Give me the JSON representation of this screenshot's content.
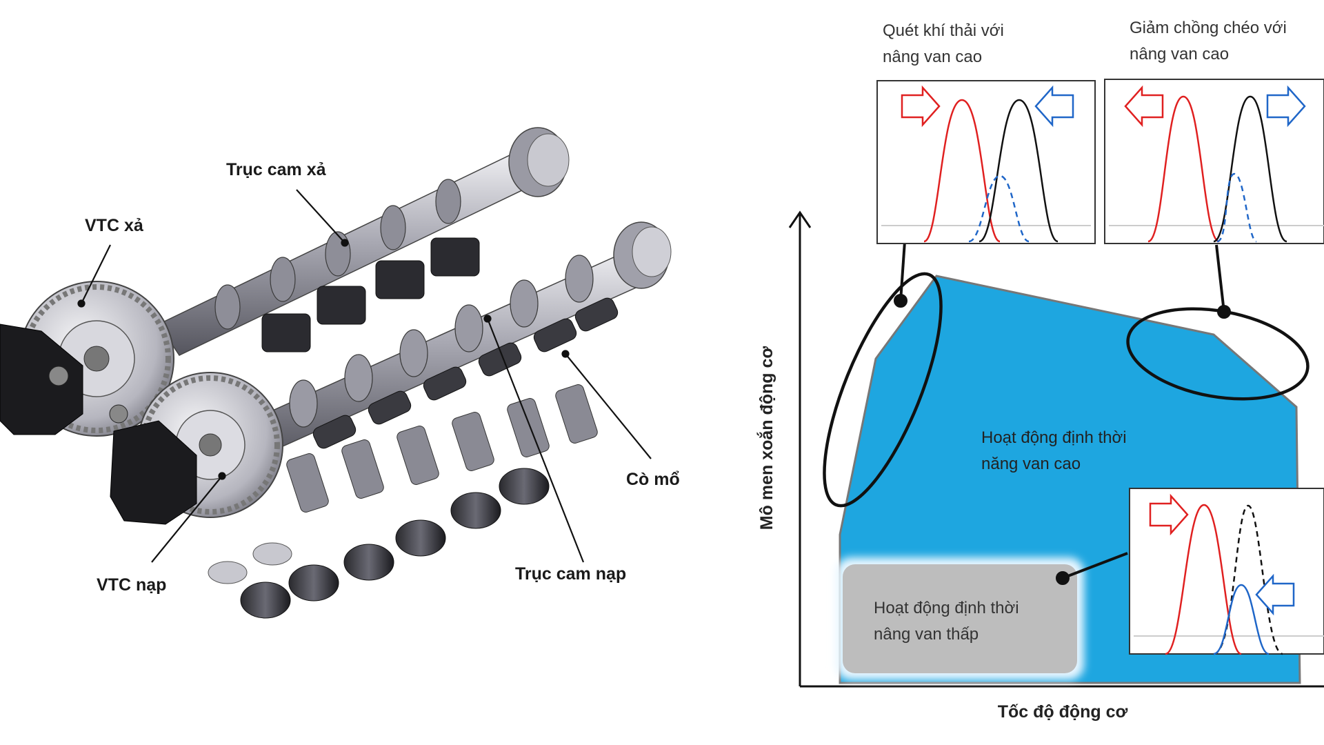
{
  "left_diagram": {
    "labels": {
      "exhaust_camshaft": "Trục cam xả",
      "exhaust_vtc": "VTC xả",
      "intake_vtc": "VTC nạp",
      "intake_camshaft": "Trục cam nạp",
      "rocker_arm": "Cò mổ"
    }
  },
  "right_diagram": {
    "y_axis_label": "Mô men xoắn động cơ",
    "x_axis_label": "Tốc độ động cơ",
    "region_high_lift": "Hoạt động định thời\nnăng van cao",
    "region_low_lift": "Hoạt động định thời\nnâng van thấp",
    "inset_top_left_title": "Quét khí thải với\nnâng van cao",
    "inset_top_right_title": "Giảm chồng chéo với\nnâng van cao"
  },
  "colors": {
    "torque_fill": "#1ea6e0",
    "low_region_fill": "#bdbdbd",
    "exhaust_curve": "#e02020",
    "intake_curve": "#1f66c8",
    "outline": "#111111"
  }
}
